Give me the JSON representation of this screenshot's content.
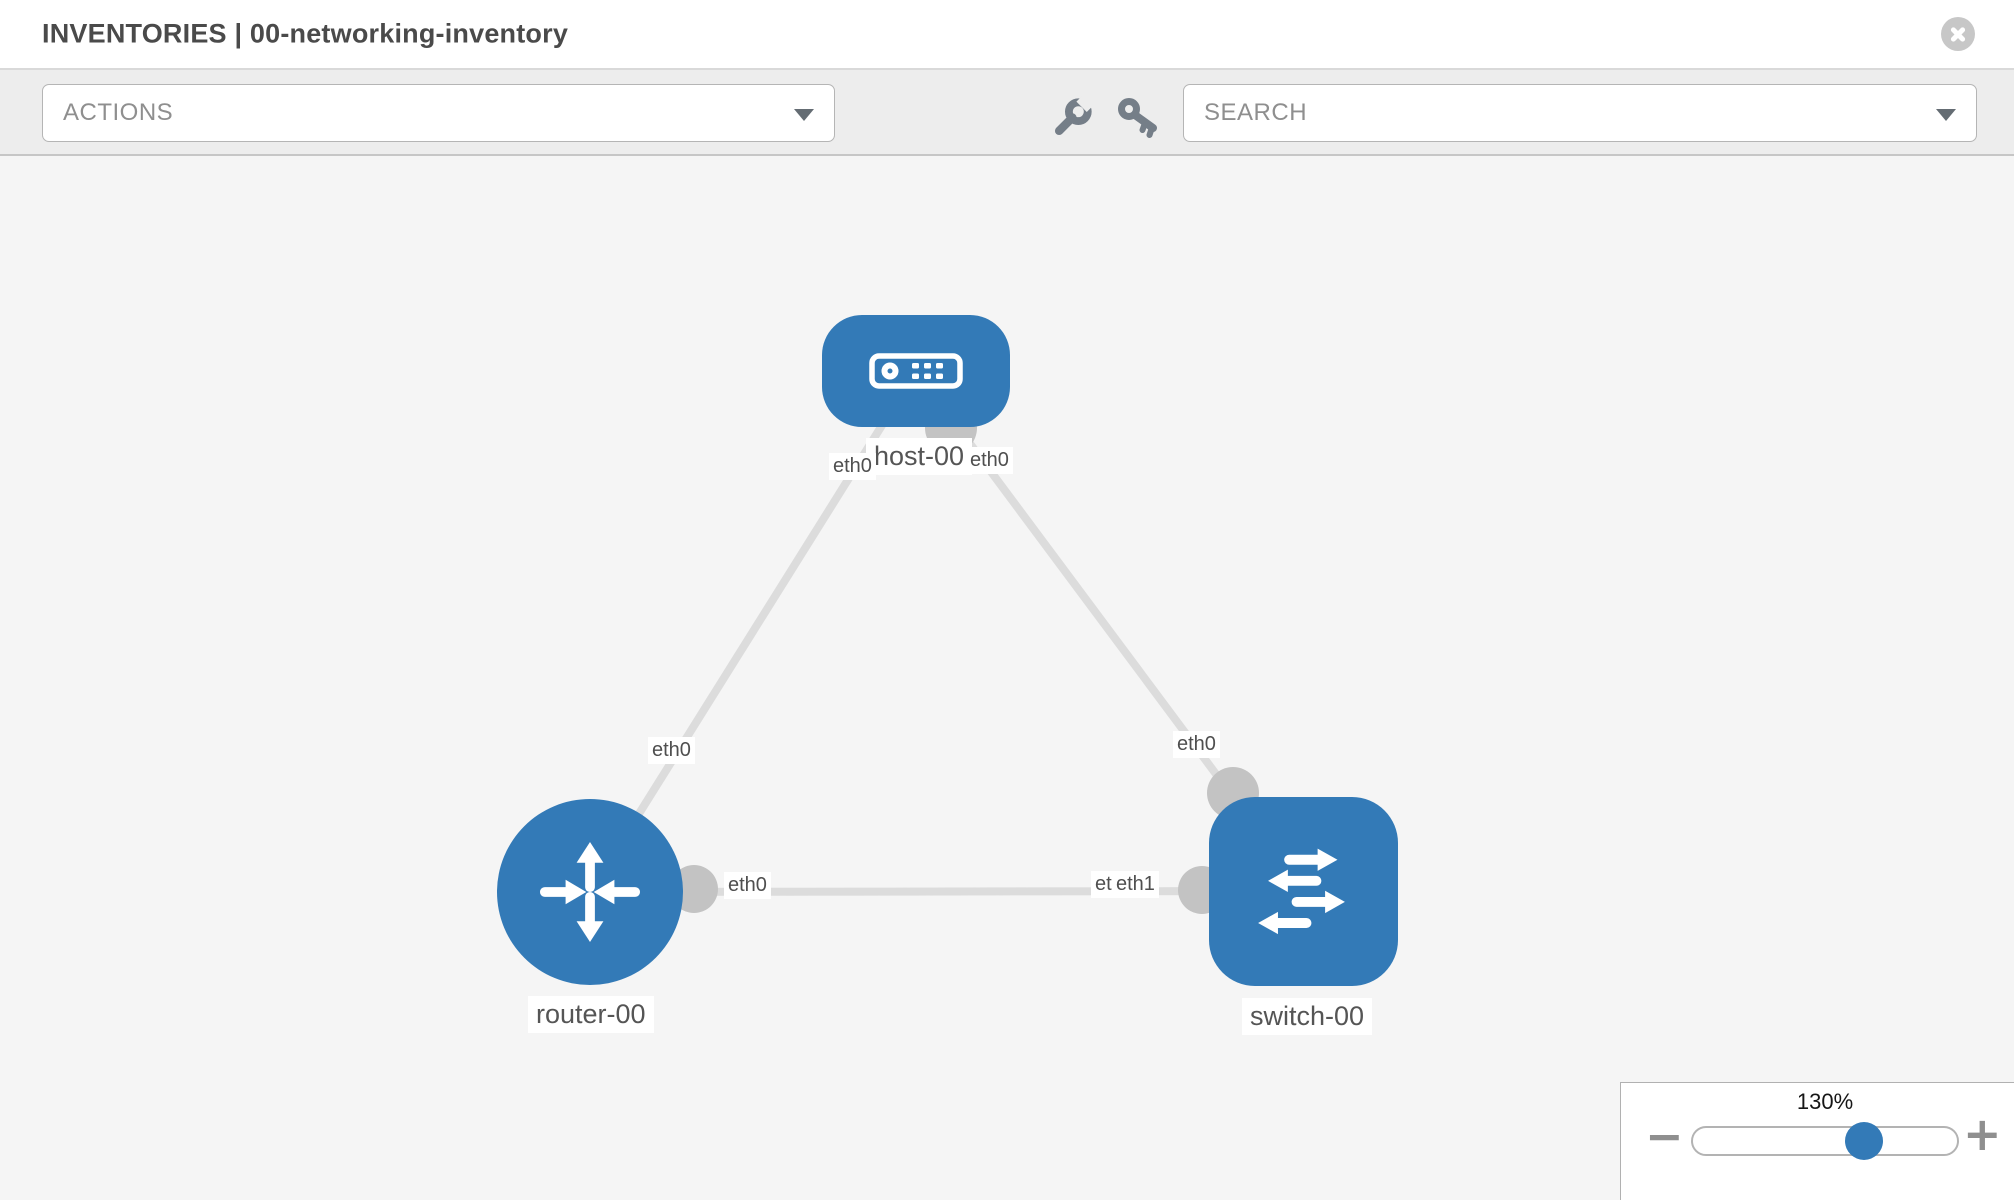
{
  "window": {
    "title": "INVENTORIES | 00-networking-inventory"
  },
  "toolbar": {
    "actions_label": "ACTIONS",
    "search_label": "SEARCH"
  },
  "topology": {
    "nodes": [
      {
        "type": "host",
        "label": "host-00"
      },
      {
        "type": "router",
        "label": "router-00"
      },
      {
        "type": "switch",
        "label": "switch-00"
      }
    ],
    "interface_labels": {
      "host_left": "eth0",
      "host_right": "eth0",
      "router_top": "eth0",
      "router_right": "eth0",
      "switch_top": "eth0",
      "switch_left_back": "eth0",
      "switch_left_front": "eth1"
    },
    "links": [
      {
        "from": "host-00",
        "from_interface": "eth0",
        "to": "router-00",
        "to_interface": "eth0"
      },
      {
        "from": "host-00",
        "from_interface": "eth0",
        "to": "switch-00",
        "to_interface": "eth0"
      },
      {
        "from": "router-00",
        "from_interface": "eth0",
        "to": "switch-00",
        "to_interface": "eth1"
      }
    ]
  },
  "zoom_control": {
    "value": "130%",
    "minus_label": "−",
    "plus_label": "+"
  },
  "colors": {
    "node_blue": "#337ab7",
    "link_gray": "#dcdcdc",
    "interface_gray": "#c3c3c3",
    "toolbar_bg": "#ededed",
    "canvas_bg": "#f5f5f5"
  }
}
